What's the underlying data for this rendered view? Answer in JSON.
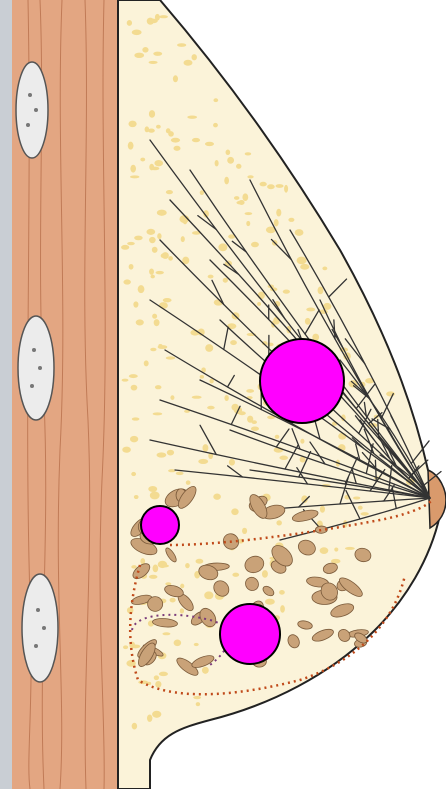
{
  "illustration": {
    "subject": "breast-anatomy-sagittal-section",
    "colors": {
      "background": "#ffffff",
      "chest_wall_edge": "#c9ced4",
      "muscle": "#e3a682",
      "muscle_dark": "#c98460",
      "rib": "#e8e8e8",
      "fat": "#fbf3d9",
      "fat_dot": "#f3d98a",
      "duct": "#3a3a3a",
      "lobule": "#c9a278",
      "nipple": "#d99a6c",
      "dotted_boundary": "#c04a1a",
      "dotted_boundary_alt": "#7a3a7a",
      "marker_fill": "#ff00ff",
      "marker_stroke": "#000000"
    },
    "markers": [
      {
        "id": "marker-large",
        "size": "large"
      },
      {
        "id": "marker-small",
        "size": "small"
      },
      {
        "id": "marker-medium",
        "size": "medium"
      }
    ]
  }
}
